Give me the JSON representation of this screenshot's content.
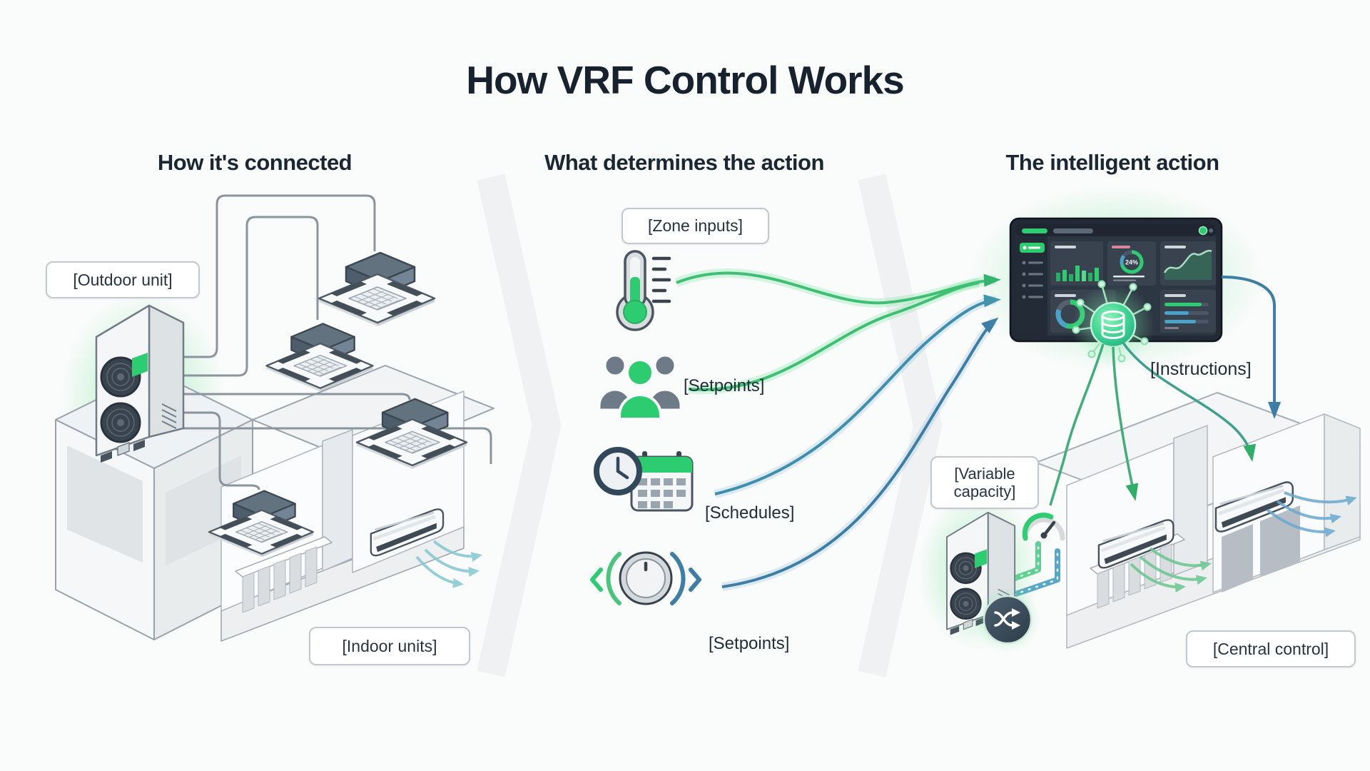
{
  "title": "How VRF Control Works",
  "sections": {
    "left": {
      "header": "How it's connected",
      "outdoor_unit_label": "[Outdoor unit]",
      "indoor_units_label": "[Indoor units]"
    },
    "middle": {
      "header": "What determines the action",
      "zone_inputs_label": "[Zone inputs]",
      "occupancy_setpoints_label": "[Setpoints]",
      "schedules_label": "[Schedules]",
      "dial_setpoints_label": "[Setpoints]"
    },
    "right": {
      "header": "The intelligent action",
      "instructions_label": "[Instructions]",
      "variable_capacity_label": "[Variable capacity]",
      "central_control_label": "[Central control]",
      "dashboard": {
        "donut_value": "24%"
      }
    }
  },
  "icons": {
    "thermometer-icon": "zone temperature sensor",
    "occupancy-icon": "occupants giving setpoints",
    "schedule-icon": "clock with calendar",
    "dial-icon": "setpoint dial with adjust chevrons",
    "dashboard-panel": "VRF central control dashboard",
    "database-hub-icon": "central controller data hub",
    "gauge-icon": "variable capacity gauge",
    "shuffle-icon": "refrigerant flow swap",
    "outdoor-unit": "VRF outdoor unit",
    "cassette-unit": "ceiling cassette indoor unit",
    "wall-unit": "wall-mounted indoor unit",
    "airflow-arrows": "conditioned airflow"
  },
  "colors": {
    "background": "#fafbfb",
    "title_text": "#18222e",
    "accent_green": "#2ecc71",
    "glow_green": "#7de8a6",
    "teal": "#3e8fae",
    "steel_blue": "#3d7ea6",
    "dashboard_dark": "#222a35",
    "outline_gray": "#9aa3ab",
    "label_border": "#c2c8cd"
  }
}
